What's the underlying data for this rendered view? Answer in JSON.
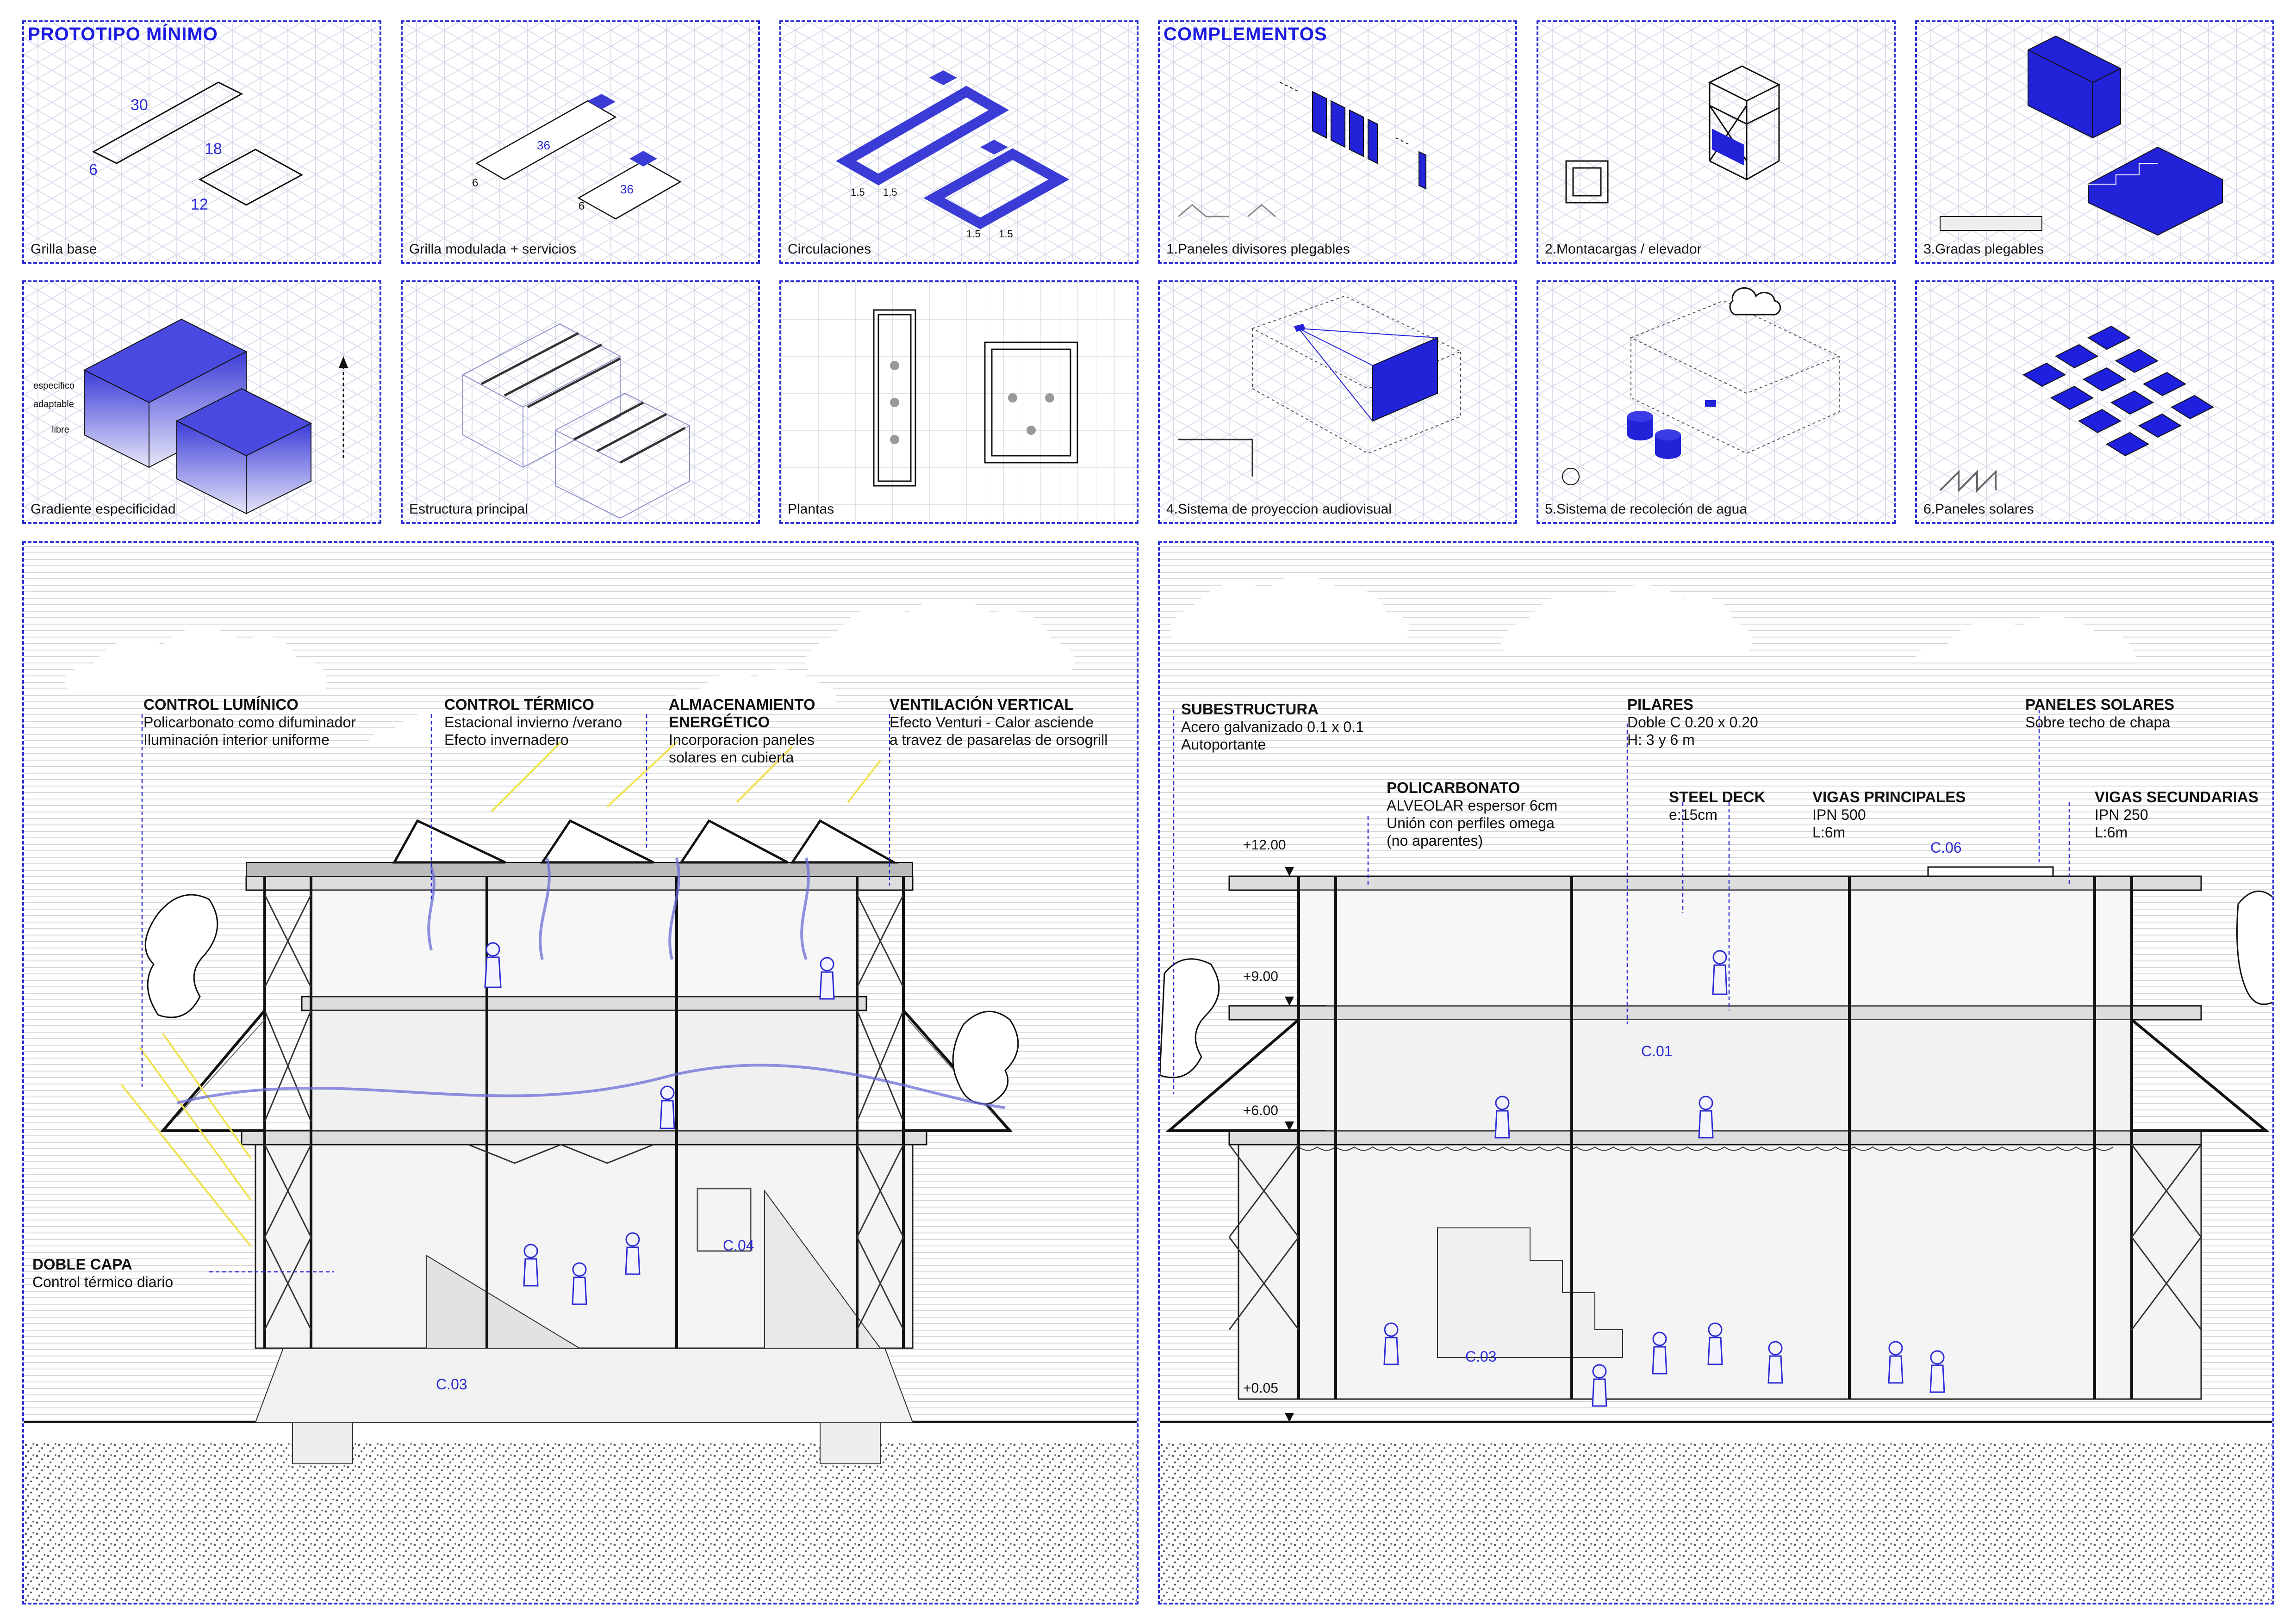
{
  "headings": {
    "prototipo": "PROTOTIPO MÍNIMO",
    "complementos": "COMPLEMENTOS"
  },
  "panels": [
    {
      "id": "grilla-base",
      "caption": "Grilla base",
      "numbers": [
        "30",
        "6",
        "18",
        "12"
      ]
    },
    {
      "id": "grilla-modulada",
      "caption": "Grilla modulada + servicios",
      "numbers": [
        "36",
        "6",
        "6"
      ]
    },
    {
      "id": "circulaciones",
      "caption": "Circulaciones",
      "numbers": [
        "1.5",
        "1.5",
        "1.5",
        "1.5"
      ]
    },
    {
      "id": "paneles-divisores",
      "caption": "1.Paneles divisores plegables"
    },
    {
      "id": "montacargas",
      "caption": "2.Montacargas / elevador"
    },
    {
      "id": "gradas",
      "caption": "3.Gradas plegables"
    },
    {
      "id": "gradiente",
      "caption": "Gradiente especificidad",
      "labels": [
        "especifico",
        "adaptable",
        "libre"
      ]
    },
    {
      "id": "estructura",
      "caption": "Estructura principal"
    },
    {
      "id": "plantas",
      "caption": "Plantas"
    },
    {
      "id": "proyeccion",
      "caption": "4.Sistema de proyeccion audiovisual"
    },
    {
      "id": "agua",
      "caption": "5.Sistema de recoleción de agua"
    },
    {
      "id": "solares",
      "caption": "6.Paneles solares"
    }
  ],
  "left_section": {
    "labels": [
      {
        "title": "CONTROL LUMÍNICO",
        "lines": [
          "Policarbonato como difuminador",
          "Iluminación interior uniforme"
        ]
      },
      {
        "title": "CONTROL TÉRMICO",
        "lines": [
          "Estacional invierno /verano",
          "Efecto invernadero"
        ]
      },
      {
        "title": "ALMACENAMIENTO ENERGÉTICO",
        "lines": [
          "Incorporacion paneles",
          "solares en cubierta"
        ]
      },
      {
        "title": "VENTILACIÓN VERTICAL",
        "lines": [
          "Efecto Venturi - Calor asciende",
          "a travez de pasarelas de orsogrill"
        ]
      },
      {
        "title": "DOBLE CAPA",
        "lines": [
          "Control térmico diario"
        ]
      }
    ],
    "refs": [
      "C.04",
      "C.03"
    ]
  },
  "right_section": {
    "labels": [
      {
        "title": "SUBESTRUCTURA",
        "lines": [
          "Acero galvanizado 0.1 x 0.1",
          "Autoportante"
        ]
      },
      {
        "title": "PILARES",
        "lines": [
          "Doble C 0.20 x 0.20",
          "H: 3 y 6 m"
        ]
      },
      {
        "title": "PANELES SOLARES",
        "lines": [
          "Sobre techo de chapa"
        ]
      },
      {
        "title": "POLICARBONATO",
        "lines": [
          "ALVEOLAR espersor 6cm",
          "Unión con perfiles omega",
          "(no aparentes)"
        ]
      },
      {
        "title": "STEEL DECK",
        "lines": [
          "e:15cm"
        ]
      },
      {
        "title": "VIGAS PRINCIPALES",
        "lines": [
          "IPN 500",
          "L:6m"
        ]
      },
      {
        "title": "VIGAS SECUNDARIAS",
        "lines": [
          "IPN 250",
          "L:6m"
        ]
      }
    ],
    "levels": [
      "+12.00",
      "+9.00",
      "+6.00",
      "+0.05"
    ],
    "refs": [
      "C.06",
      "C.01",
      "C.03"
    ]
  }
}
